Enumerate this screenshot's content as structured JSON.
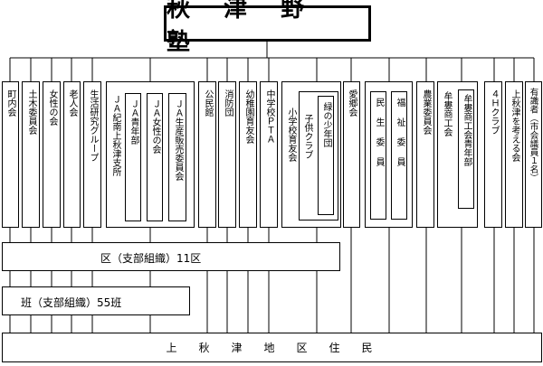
{
  "title": "秋 津 野 塾",
  "orgs": [
    {
      "id": "chonaikai",
      "label": "町内会"
    },
    {
      "id": "doboku",
      "label": "土木委員会"
    },
    {
      "id": "josei",
      "label": "女性の会"
    },
    {
      "id": "rojin",
      "label": "老人会"
    },
    {
      "id": "seikatsu",
      "label": "生活研究グループ"
    },
    {
      "id": "ja",
      "label": "ＪＡ紀南上秋津支所"
    },
    {
      "id": "ja-seinen",
      "label": "ＪＡ青年部"
    },
    {
      "id": "ja-josei",
      "label": "ＪＡ女性の会"
    },
    {
      "id": "ja-seisan",
      "label": "ＪＡ生産販売委員会"
    },
    {
      "id": "kominkan",
      "label": "公民館"
    },
    {
      "id": "shobodan",
      "label": "消防団"
    },
    {
      "id": "yochien",
      "label": "幼稚園育友会"
    },
    {
      "id": "chugakko",
      "label": "中学校ＰＴＡ"
    },
    {
      "id": "shogakko",
      "label": "小学校育友会"
    },
    {
      "id": "kodomo",
      "label": "子供クラブ"
    },
    {
      "id": "midori",
      "label": "緑の少年団"
    },
    {
      "id": "aikyo",
      "label": "愛郷会"
    },
    {
      "id": "minsei",
      "label": "民生委員"
    },
    {
      "id": "fukushi",
      "label": "福祉委員"
    },
    {
      "id": "nogyo",
      "label": "農業委員会"
    },
    {
      "id": "muro-shoko",
      "label": "牟婁商工会"
    },
    {
      "id": "muro-seinen",
      "label": "牟婁商工会青年部"
    },
    {
      "id": "4h",
      "label": "４Ｈクラブ"
    },
    {
      "id": "kangaeru",
      "label": "上秋津を考える会"
    },
    {
      "id": "yushiki",
      "label": "有識者（市会議員１名）"
    }
  ],
  "ku": {
    "label": "区（支部組織）11区"
  },
  "han": {
    "label": "班（支部組織）55班"
  },
  "residents": {
    "label": "上　秋　津　地　区　住　民"
  }
}
